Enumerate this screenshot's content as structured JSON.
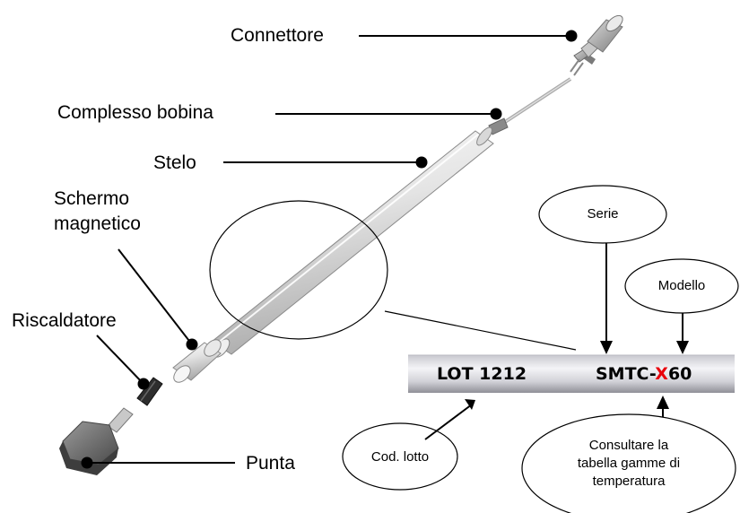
{
  "labels": {
    "connettore": "Connettore",
    "complesso_bobina": "Complesso bobina",
    "stelo": "Stelo",
    "schermo_line1": "Schermo",
    "schermo_line2": "magnetico",
    "riscaldatore": "Riscaldatore",
    "punta": "Punta"
  },
  "callouts": {
    "serie": "Serie",
    "modello": "Modello",
    "cod_lotto": "Cod. lotto",
    "consultare_line1": "Consultare la",
    "consultare_line2": "tabella gamme di",
    "consultare_line3": "temperatura"
  },
  "label_bar": {
    "lot": "LOT 1212",
    "model_prefix": "SMTC-",
    "model_highlight": "X",
    "model_suffix": "60"
  },
  "colors": {
    "highlight": "#e8000b",
    "tube_light": "#f4f4f4",
    "tube_mid": "#d6d6d6",
    "tube_dark": "#9a9a9a",
    "bar_light": "#f2f2f6",
    "bar_dark": "#8c8c95"
  }
}
